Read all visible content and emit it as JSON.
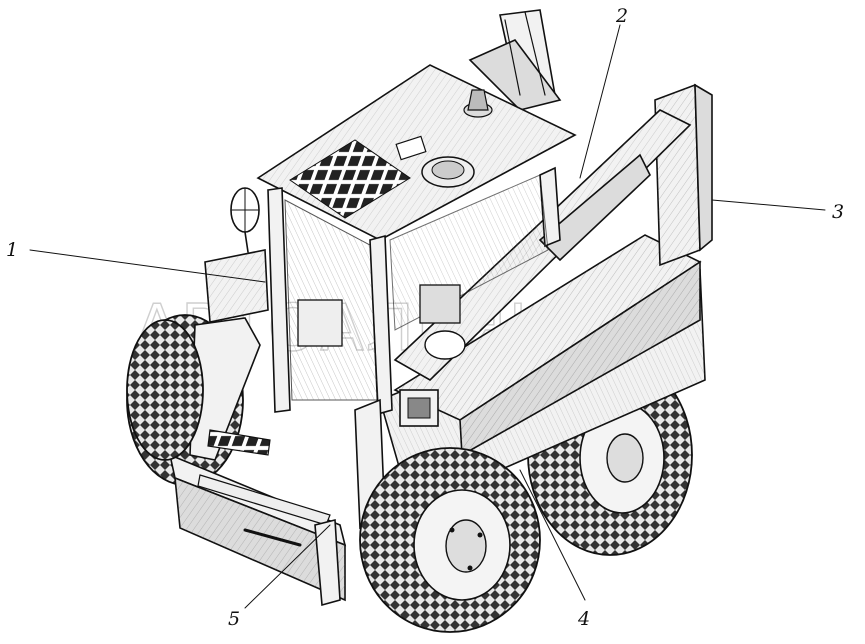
{
  "watermark": "АВТОАЛЬЯНС",
  "callouts": [
    {
      "label": "1"
    },
    {
      "label": "2"
    },
    {
      "label": "3"
    },
    {
      "label": "4"
    },
    {
      "label": "5"
    }
  ]
}
